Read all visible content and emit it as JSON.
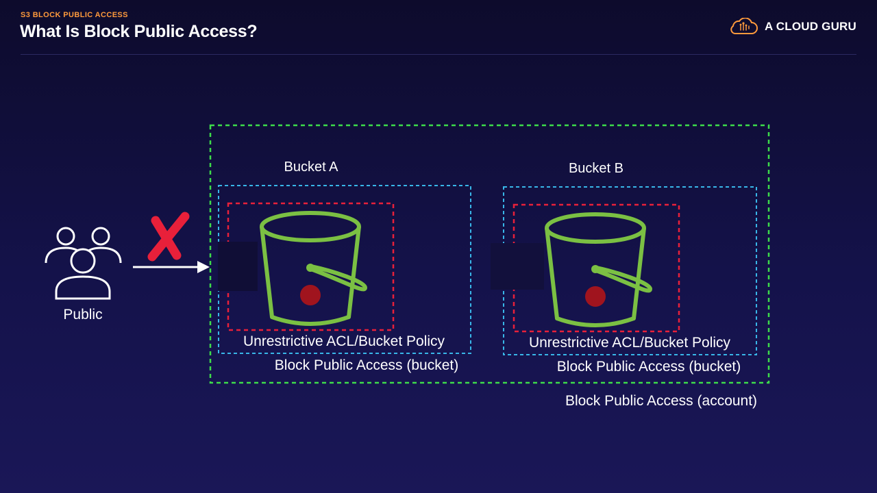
{
  "header": {
    "eyebrow": "S3 BLOCK PUBLIC ACCESS",
    "title": "What Is Block Public Access?",
    "brand": "A CLOUD GURU",
    "brand_icon": "cloud-brain-icon"
  },
  "diagram": {
    "public_label": "Public",
    "public_icon": "users-group-icon",
    "denied_icon": "red-x-icon",
    "arrow_icon": "arrow-right-icon",
    "account_scope_label": "Block Public Access (account)",
    "buckets": [
      {
        "name": "Bucket A",
        "policy_label": "Unrestrictive ACL/Bucket Policy",
        "block_label": "Block Public Access (bucket)",
        "icon": "s3-bucket-icon"
      },
      {
        "name": "Bucket B",
        "policy_label": "Unrestrictive ACL/Bucket Policy",
        "block_label": "Block Public Access (bucket)",
        "icon": "s3-bucket-icon"
      }
    ],
    "colors": {
      "account_border": "#3ddc4a",
      "bucket_block_border": "#38b6e8",
      "policy_border": "#e8203a",
      "bucket_stroke": "#7bc043",
      "object_dot": "#a0141e",
      "denied_x": "#e8203a",
      "accent": "#ff9a3c"
    }
  }
}
